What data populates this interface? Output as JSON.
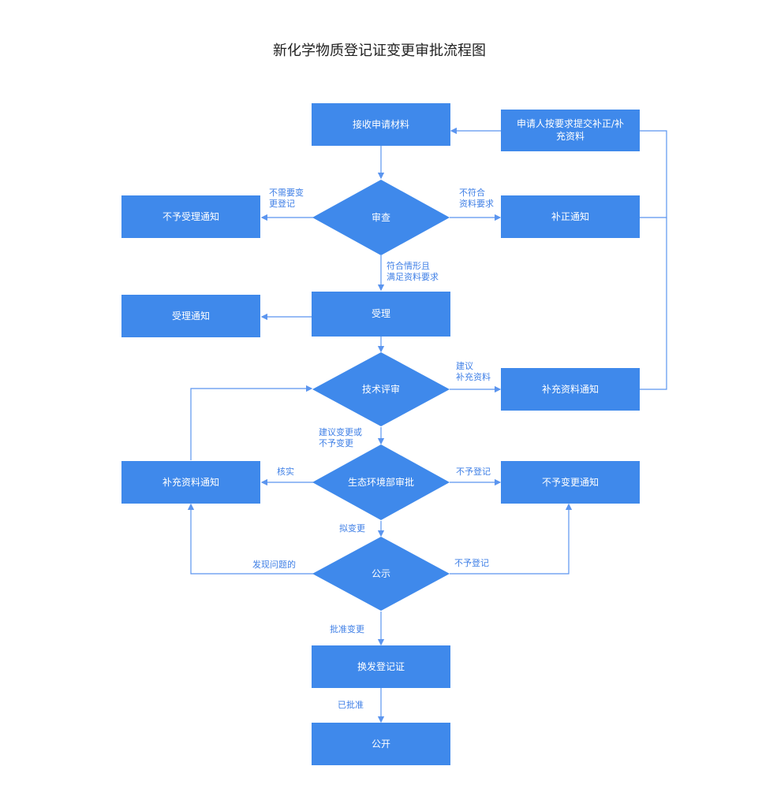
{
  "title": "新化学物质登记证变更审批流程图",
  "nodes": {
    "receive": "接收申请材料",
    "resubmit": [
      "申请人按要求提交补正/补",
      "充资料"
    ],
    "reject_notice": "不予受理通知",
    "review": "审查",
    "correction_notice": "补正通知",
    "accept_notice": "受理通知",
    "accept": "受理",
    "tech_review": "技术评审",
    "supplement_notice_right": "补充资料通知",
    "supplement_notice_left": "补充资料通知",
    "eco_approval": "生态环境部审批",
    "no_change_notice": "不予变更通知",
    "publicity": "公示",
    "issue": "换发登记证",
    "public": "公开"
  },
  "edges": {
    "no_change_registration": [
      "不需要变",
      "更登记"
    ],
    "not_meet": [
      "不符合",
      "资料要求"
    ],
    "meets": [
      "符合情形且",
      "满足资料要求"
    ],
    "suggest_supplement": [
      "建议",
      "补充资料"
    ],
    "suggest_change": [
      "建议变更或",
      "不予变更"
    ],
    "verify": "核实",
    "no_registration_1": "不予登记",
    "planned_change": "拟变更",
    "problem_found": "发现问题的",
    "no_registration_2": "不予登记",
    "approve_change": "批准变更",
    "approved": "已批准"
  },
  "colors": {
    "box": "#3f89eb",
    "line": "#5b95ef",
    "edge_text": "#3f7fe6",
    "title": "#222222"
  }
}
